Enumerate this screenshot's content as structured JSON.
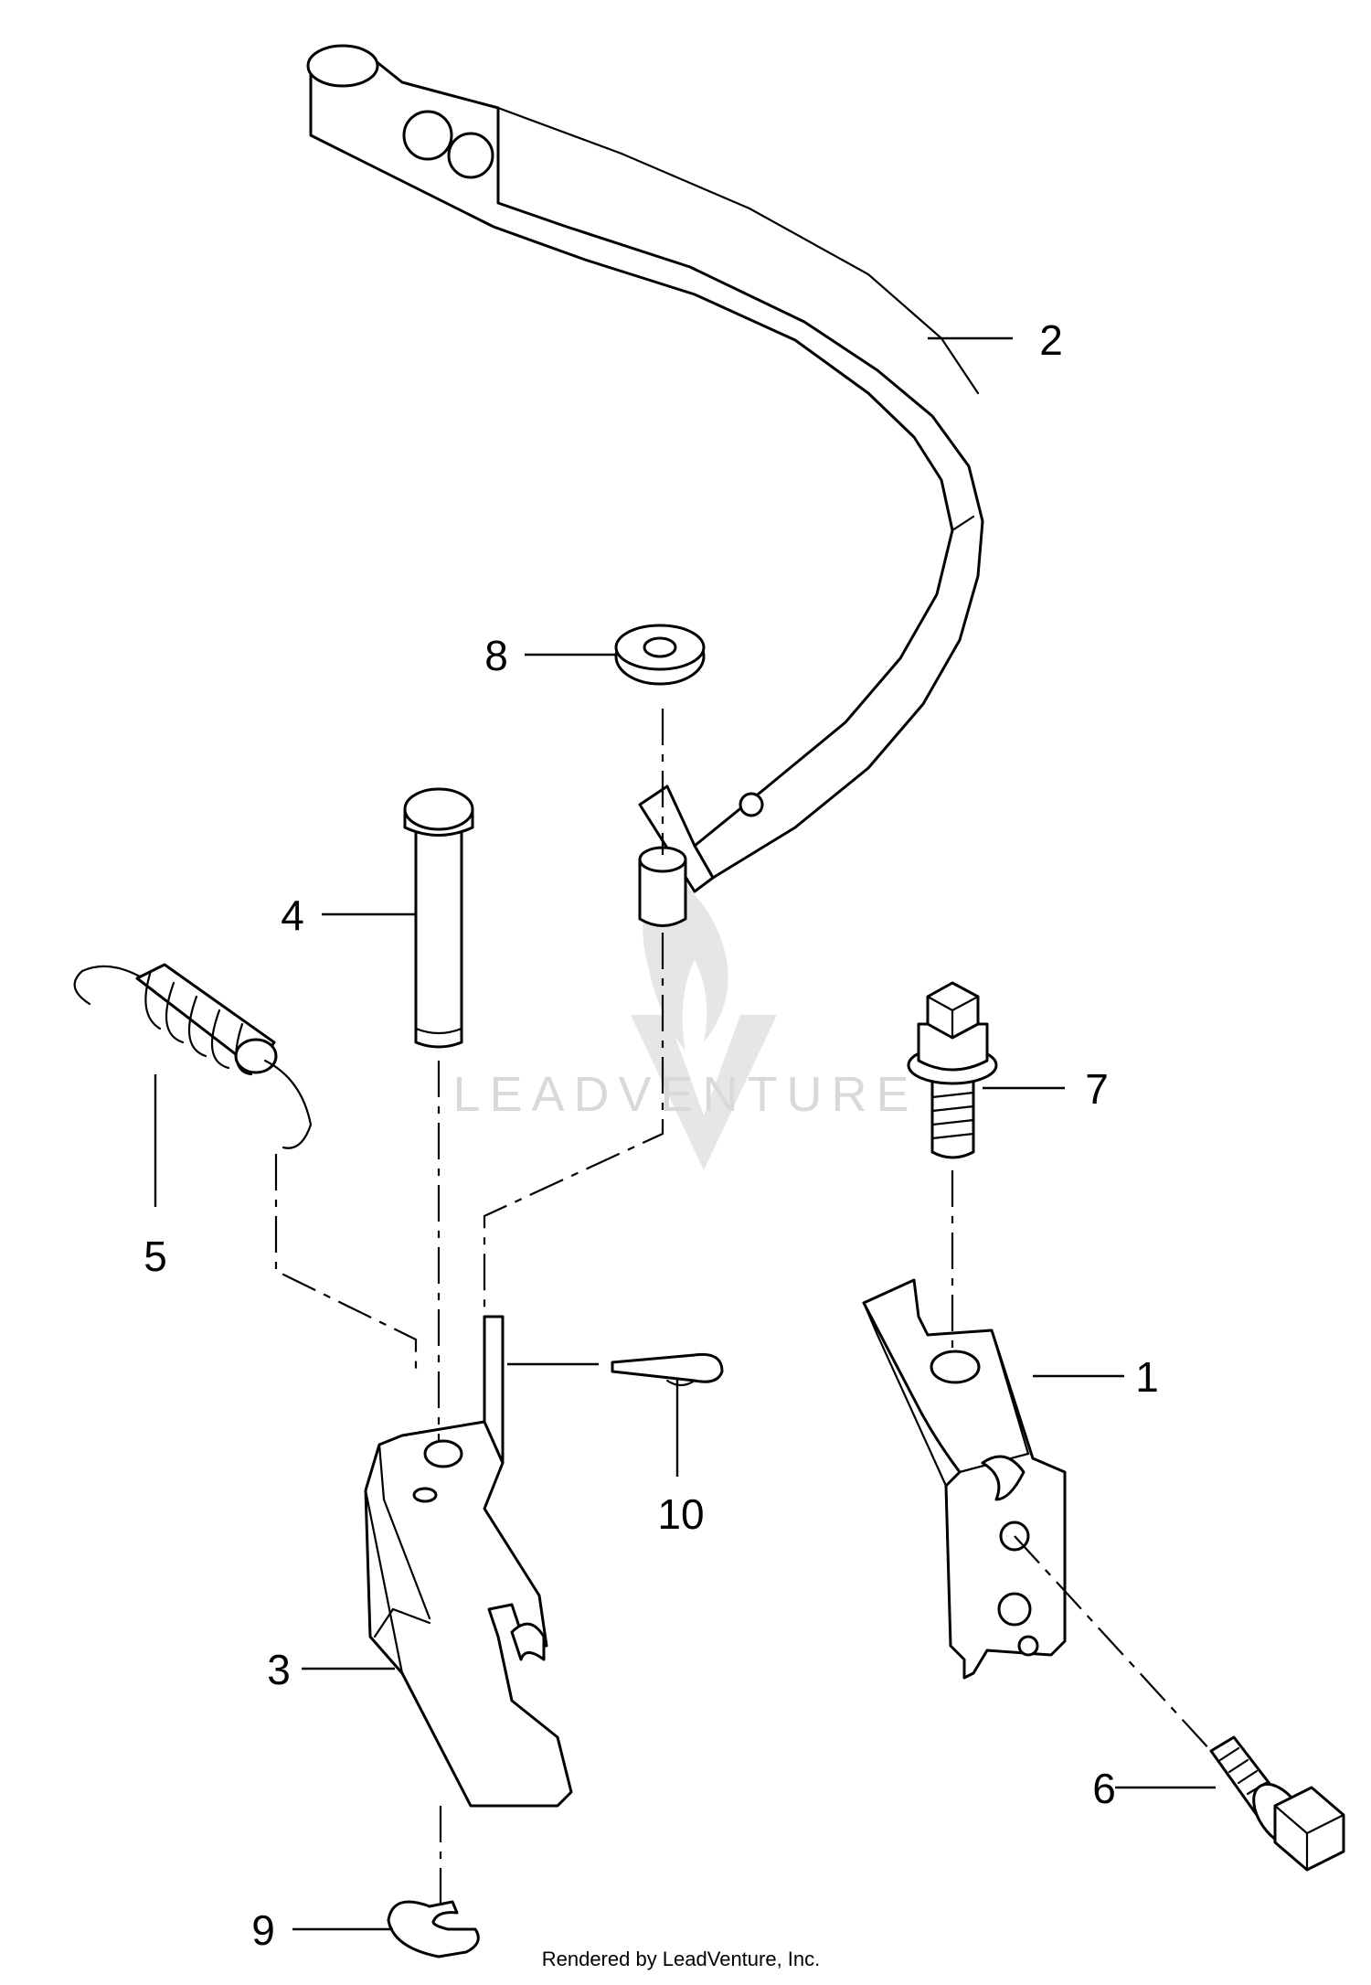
{
  "callouts": [
    {
      "id": "1",
      "label": "1"
    },
    {
      "id": "2",
      "label": "2"
    },
    {
      "id": "3",
      "label": "3"
    },
    {
      "id": "4",
      "label": "4"
    },
    {
      "id": "5",
      "label": "5"
    },
    {
      "id": "6",
      "label": "6"
    },
    {
      "id": "7",
      "label": "7"
    },
    {
      "id": "8",
      "label": "8"
    },
    {
      "id": "9",
      "label": "9"
    },
    {
      "id": "10",
      "label": "10"
    }
  ],
  "watermark": {
    "text": "LEADVENTURE"
  },
  "credit": {
    "text": "Rendered by LeadVenture, Inc."
  },
  "colors": {
    "line": "#000000",
    "background": "#ffffff",
    "watermark": "#d9d9d9"
  }
}
